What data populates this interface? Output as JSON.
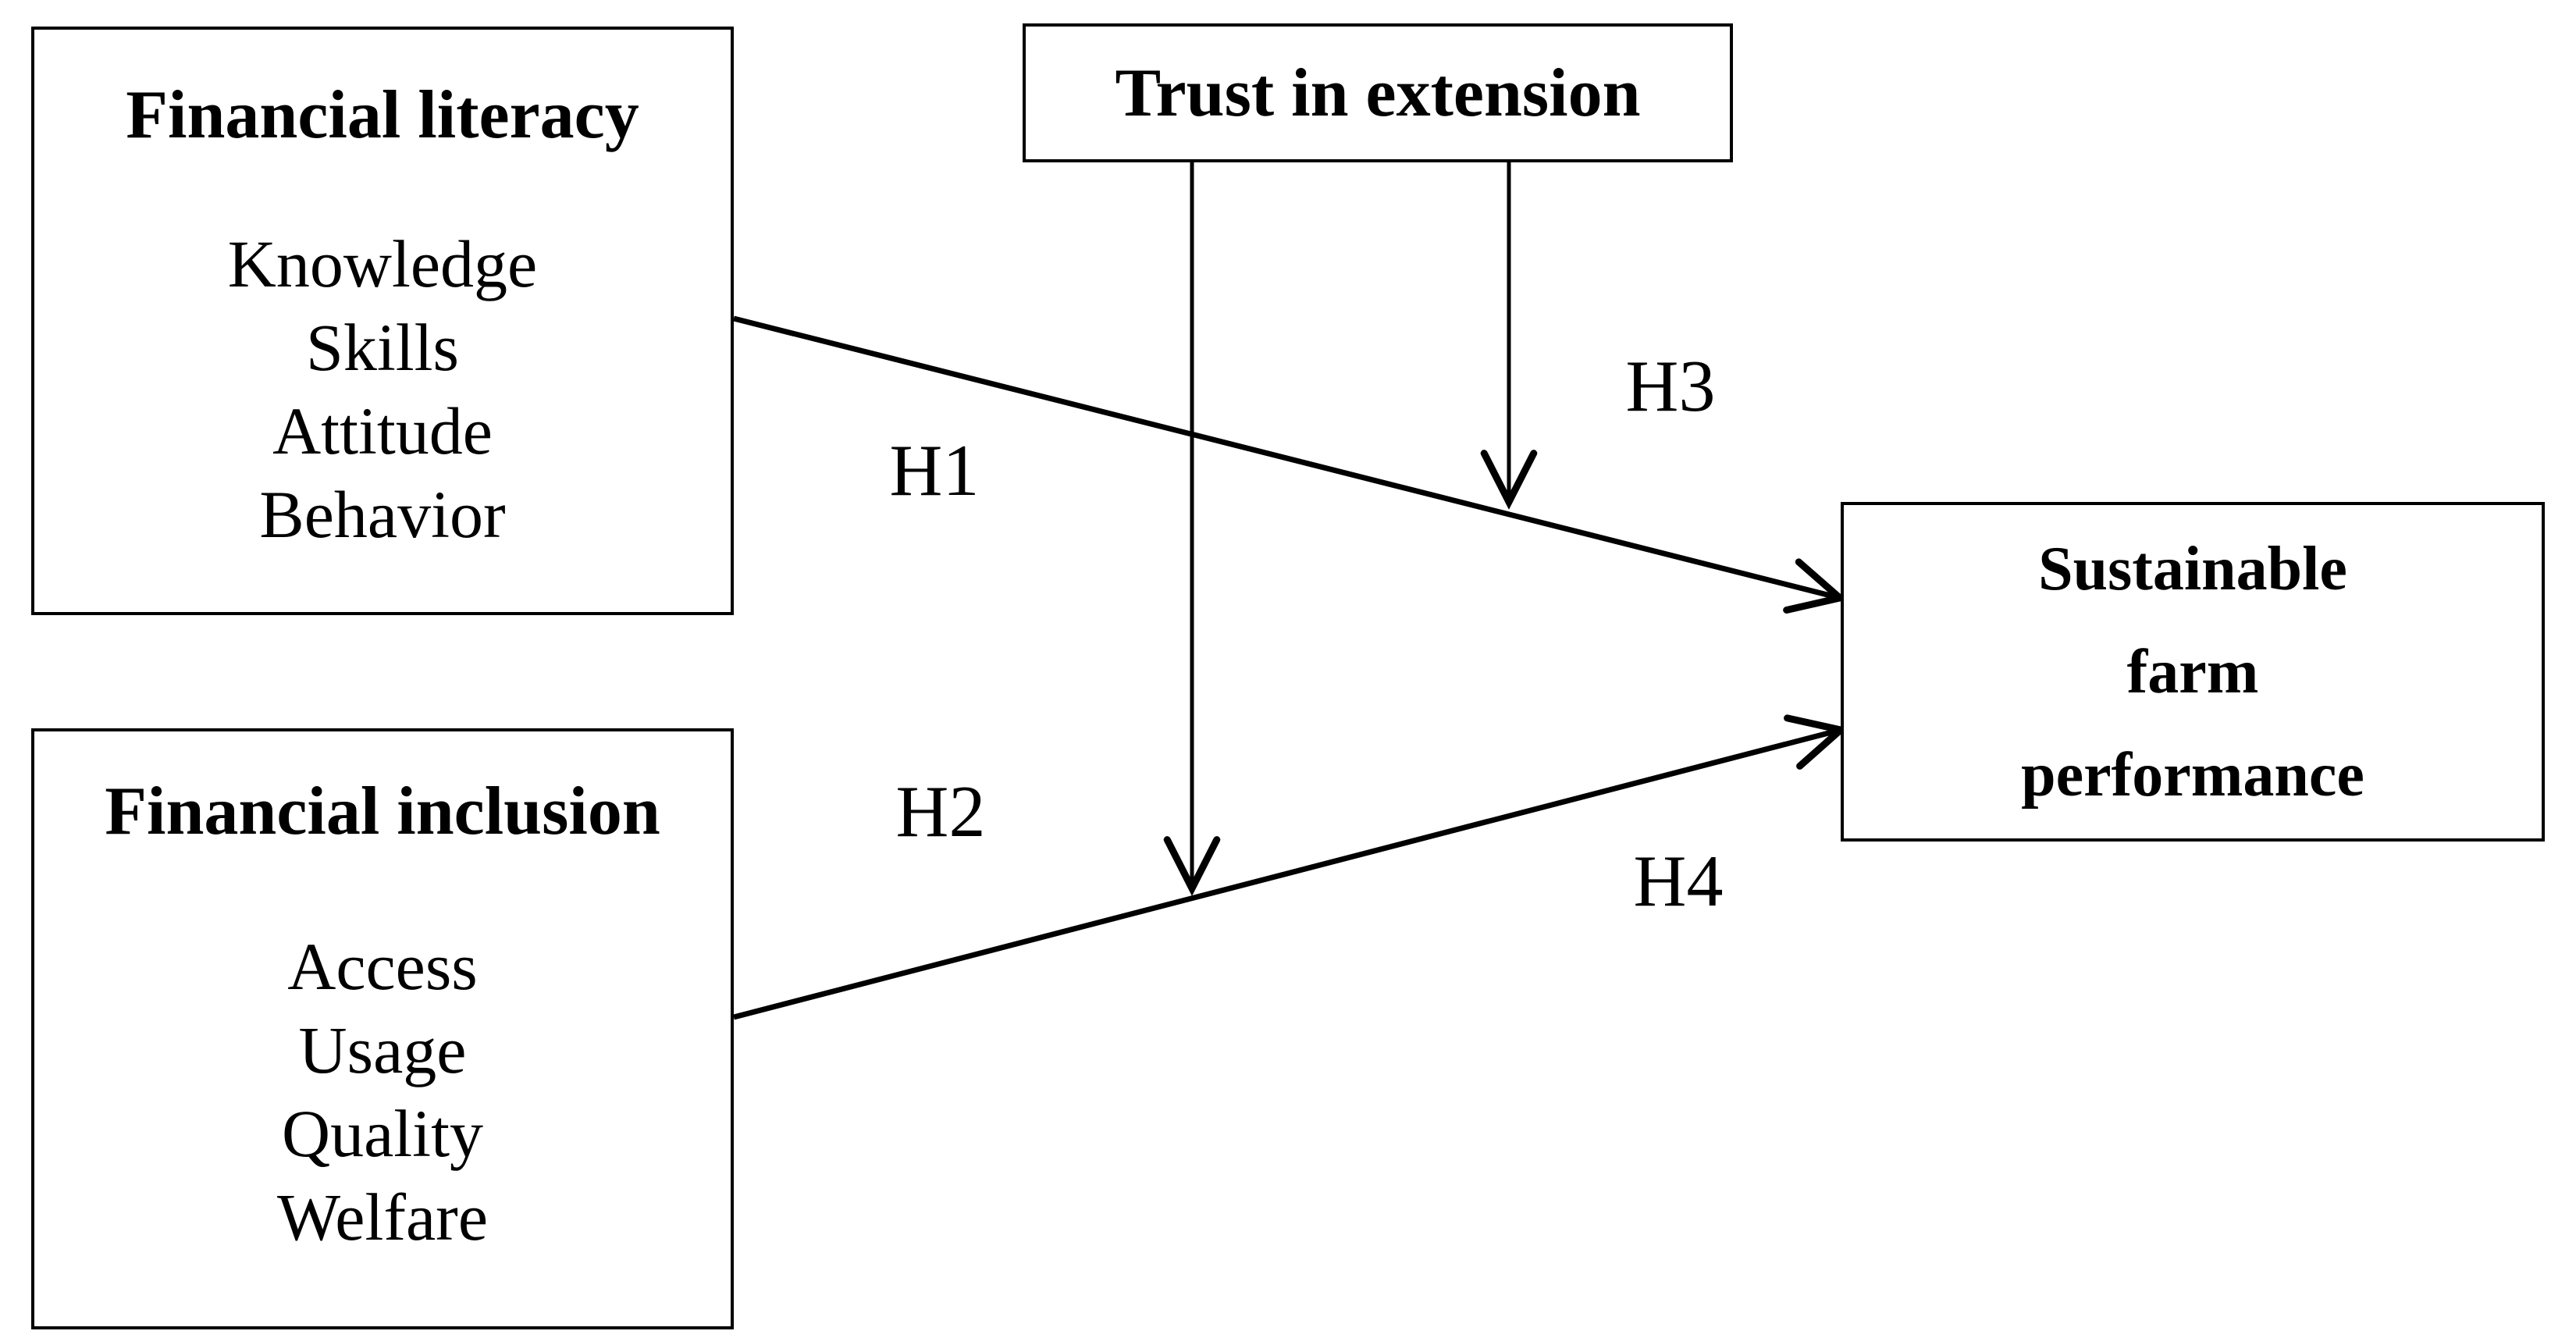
{
  "figure": {
    "background_color": "#ffffff",
    "line_color": "#000000",
    "text_color": "#000000"
  },
  "boxes": {
    "financial_literacy": {
      "title": "Financial literacy",
      "items": [
        "Knowledge",
        "Skills",
        "Attitude",
        "Behavior"
      ]
    },
    "trust_in_extension": {
      "title": "Trust in extension"
    },
    "financial_inclusion": {
      "title": "Financial inclusion",
      "items": [
        "Access",
        "Usage",
        "Quality",
        "Welfare"
      ]
    },
    "sustainable_farm_performance": {
      "title_lines": [
        "Sustainable",
        "farm",
        "performance"
      ]
    }
  },
  "hypotheses": {
    "h1": "H1",
    "h2": "H2",
    "h3": "H3",
    "h4": "H4"
  }
}
